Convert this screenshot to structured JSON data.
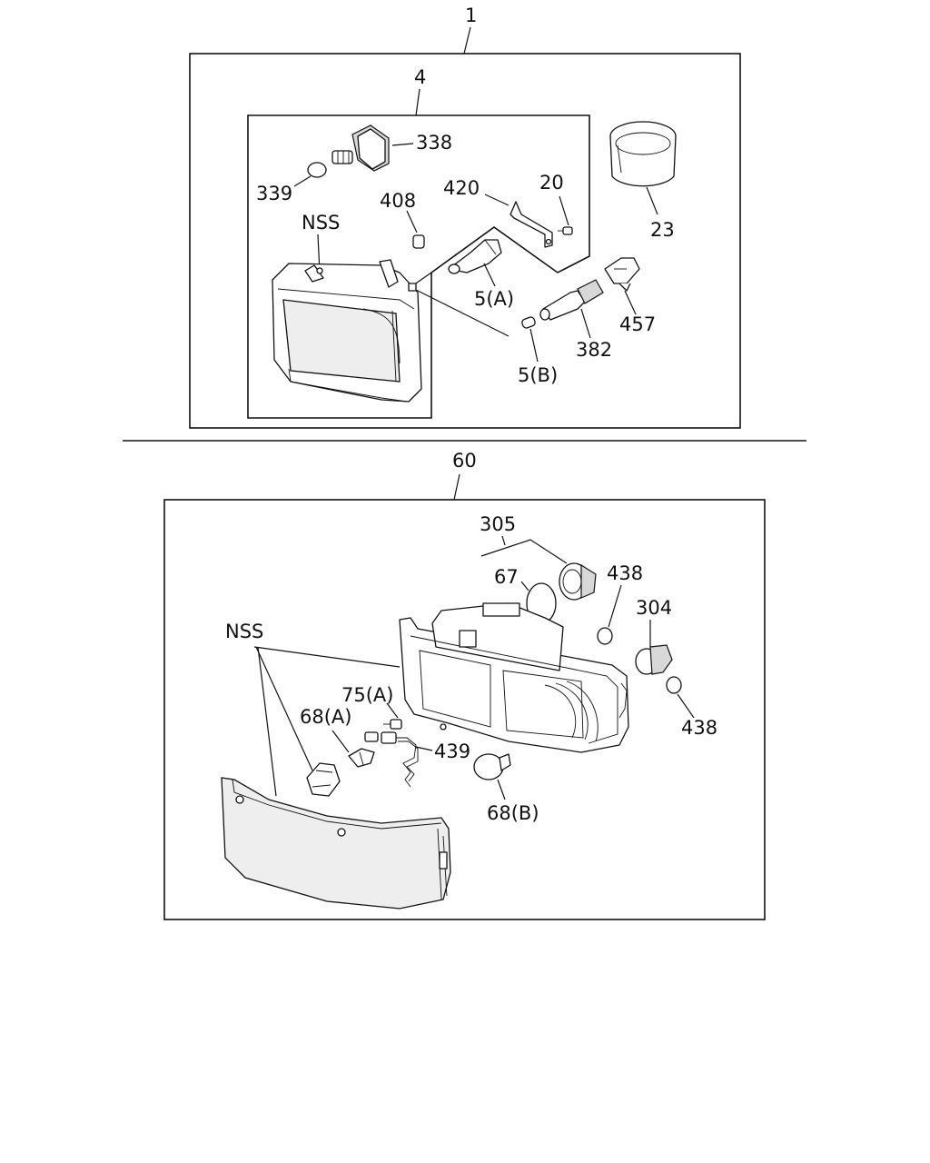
{
  "upper_assembly": {
    "ref": "1",
    "sub_ref": "4",
    "labels": {
      "l338": "338",
      "l339": "339",
      "l408": "408",
      "lnss": "NSS",
      "l420": "420",
      "l20": "20",
      "l23": "23",
      "l5a": "5(A)",
      "l5b": "5(B)",
      "l382": "382",
      "l457": "457"
    }
  },
  "lower_assembly": {
    "ref": "60",
    "labels": {
      "l305": "305",
      "l67": "67",
      "l438a": "438",
      "l304": "304",
      "l438b": "438",
      "lnss": "NSS",
      "l75a": "75(A)",
      "l68a": "68(A)",
      "l439": "439",
      "l68b": "68(B)"
    }
  }
}
